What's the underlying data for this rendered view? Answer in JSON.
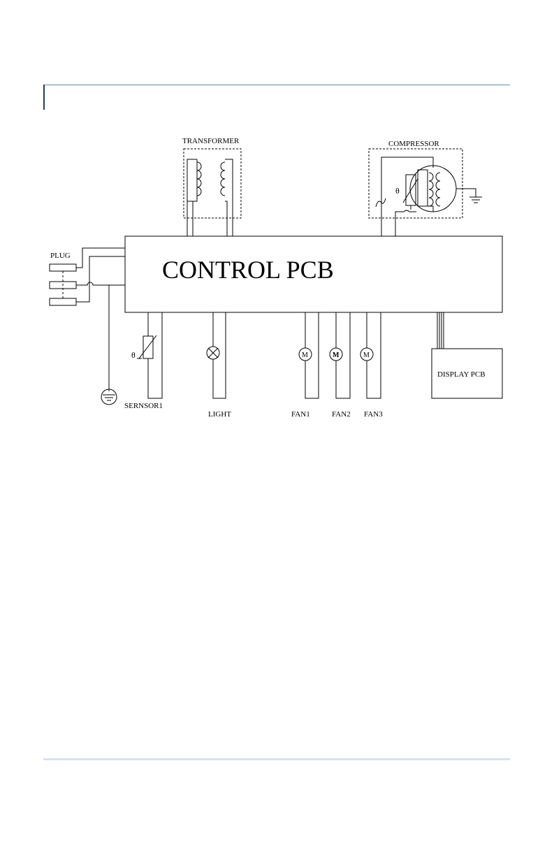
{
  "diagram": {
    "title": "CONTROL PCB",
    "labels": {
      "transformer": "TRANSFORMER",
      "compressor": "COMPRESSOR",
      "plug": "PLUG",
      "sensor": "SERNSOR1",
      "light": "LIGHT",
      "fan1": "FAN1",
      "fan2": "FAN2",
      "fan3": "FAN3",
      "display": "DISPLAY PCB"
    },
    "symbols": {
      "theta": "θ",
      "motor": "M"
    }
  },
  "colors": {
    "header_rule": "#5b8db5",
    "footer_rule": "#d9e3f0"
  }
}
